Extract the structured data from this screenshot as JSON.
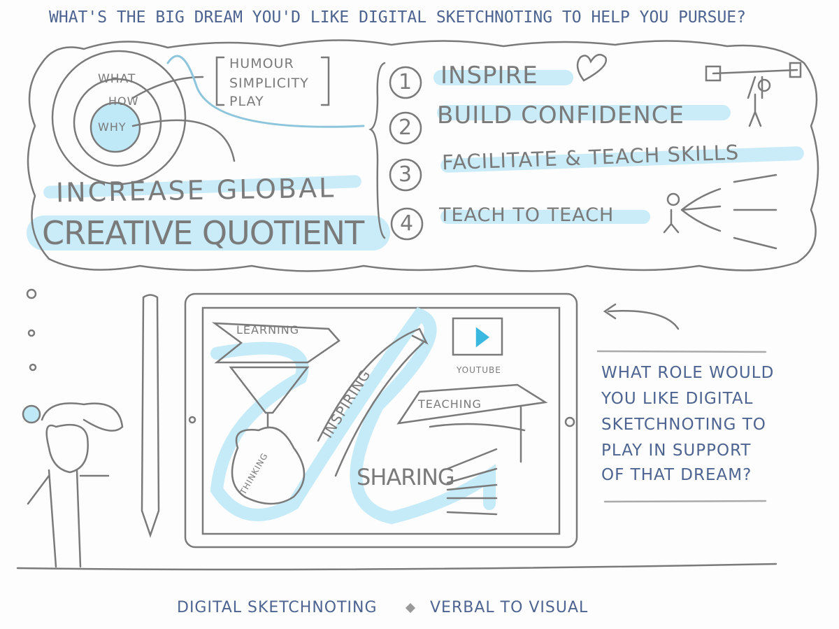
{
  "title": "WHAT'S THE BIG DREAM YOU'D LIKE DIGITAL SKETCHNOTING TO HELP YOU PURSUE?",
  "circles": {
    "what": "WHAT",
    "how": "HOW",
    "why": "WHY"
  },
  "values": [
    "HUMOUR",
    "SIMPLICITY",
    "PLAY"
  ],
  "dream": {
    "line1": "INCREASE GLOBAL",
    "line2": "CREATIVE QUOTIENT"
  },
  "goals": [
    {
      "num": "1",
      "label": "INSPIRE"
    },
    {
      "num": "2",
      "label": "BUILD CONFIDENCE"
    },
    {
      "num": "3",
      "label": "FACILITATE & TEACH SKILLS"
    },
    {
      "num": "4",
      "label": "TEACH TO TEACH"
    }
  ],
  "tablet": {
    "learning": "LEARNING",
    "thinking": "THINKING",
    "inspiring": "INSPIRING",
    "youtube": "YOUTUBE",
    "teaching": "TEACHING",
    "sharing": "SHARING"
  },
  "question": [
    "WHAT ROLE WOULD",
    "YOU LIKE DIGITAL",
    "SKETCHNOTING TO",
    "PLAY IN SUPPORT",
    "OF THAT DREAM?"
  ],
  "footer": {
    "left": "DIGITAL SKETCHNOTING",
    "right": "VERBAL TO VISUAL"
  },
  "colors": {
    "ink_blue": "#4d6491",
    "ink_gray": "#7a7a7a",
    "highlight": "#bfe9f7"
  }
}
